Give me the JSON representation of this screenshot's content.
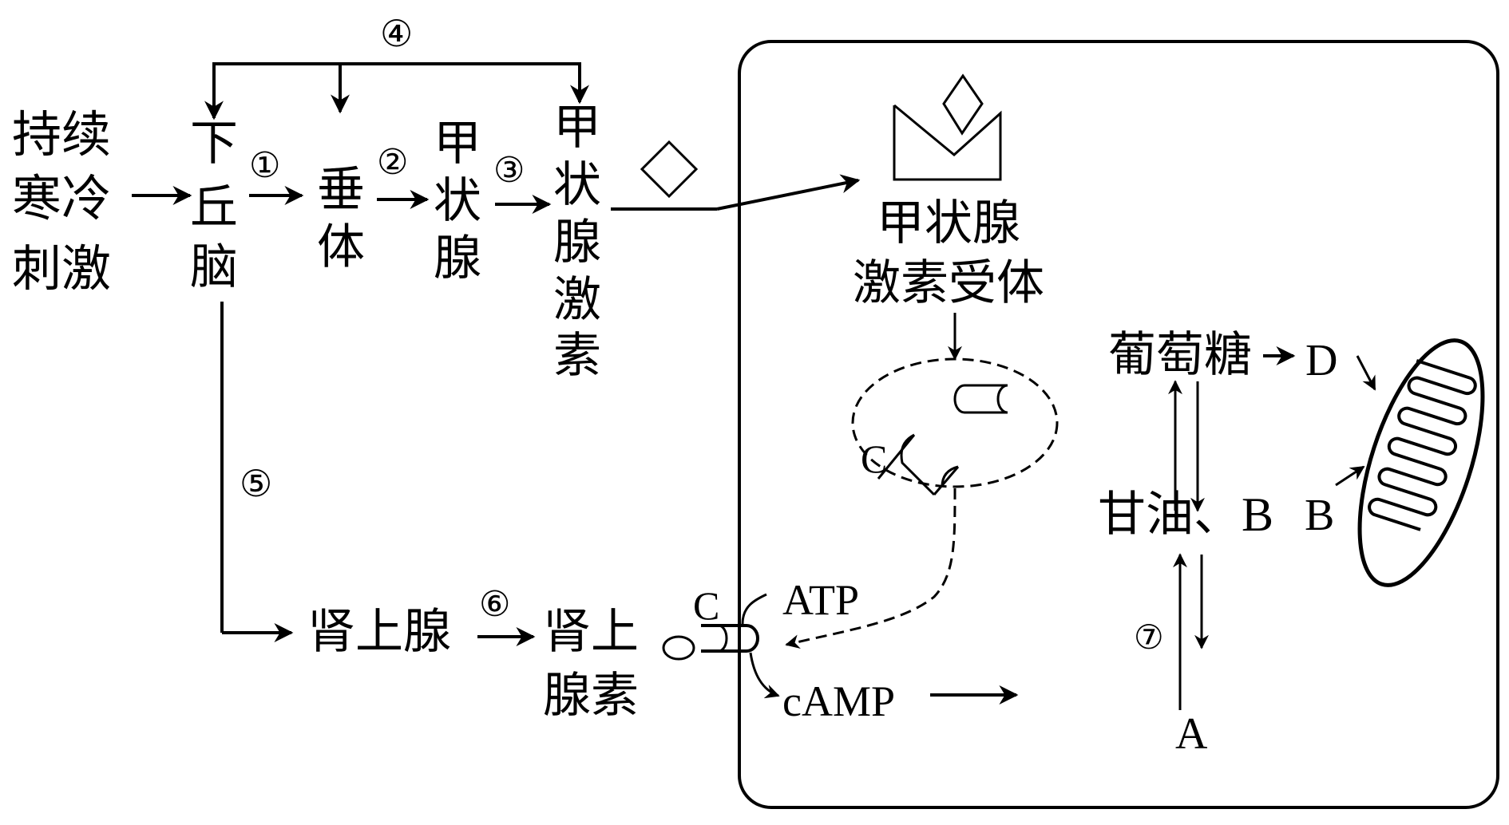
{
  "stimulus": [
    "持续",
    "寒冷",
    "刺激"
  ],
  "hypothalamus": [
    "下",
    "丘",
    "脑"
  ],
  "pituitary": [
    "垂",
    "体"
  ],
  "thyroid": [
    "甲",
    "状",
    "腺"
  ],
  "thyroid_hormone": [
    "甲",
    "状",
    "腺",
    "激",
    "素"
  ],
  "receptor": [
    "甲状腺",
    "激素受体"
  ],
  "adrenal_gland": "肾上腺",
  "adrenaline": [
    "肾上",
    "腺素"
  ],
  "glucose": "葡萄糖",
  "glycerol_b": "甘油、B",
  "labels": {
    "atp": "ATP",
    "camp": "cAMP",
    "a": "A",
    "b": "B",
    "c_membrane": "C",
    "c_vesicle": "C",
    "d": "D"
  },
  "steps": {
    "s1": "①",
    "s2": "②",
    "s3": "③",
    "s4": "④",
    "s5": "⑤",
    "s6": "⑥",
    "s7": "⑦"
  }
}
